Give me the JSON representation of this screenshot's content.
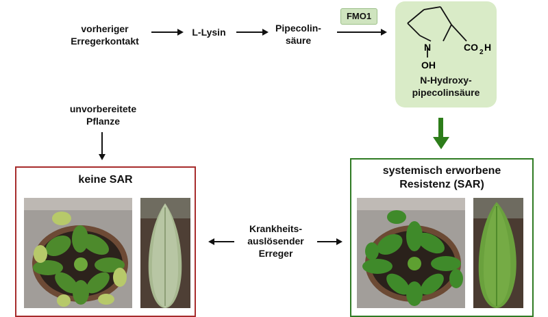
{
  "pathway": {
    "step1": "vorheriger\nErregerkontakt",
    "step2": "L-Lysin",
    "step3": "Pipecolin-\nsäure",
    "enzyme": "FMO1",
    "product_name": "N-Hydroxy-\npipecolinsäure"
  },
  "molecule": {
    "n_label": "N",
    "oh_label": "OH",
    "acid_label": "CO",
    "acid_sub": "2",
    "acid_h": "H"
  },
  "untreated": {
    "label": "unvorbereitete\nPflanze",
    "box_title": "keine SAR"
  },
  "treated": {
    "box_title": "systemisch erworbene\nResistenz (SAR)"
  },
  "pathogen": {
    "label": "Krankheits-\nauslösender\nErreger"
  },
  "colors": {
    "red_frame": "#a62b2b",
    "green_frame": "#2e7a22",
    "green_arrow": "#2d7d1a",
    "panel_green": "#d9ebc7"
  }
}
